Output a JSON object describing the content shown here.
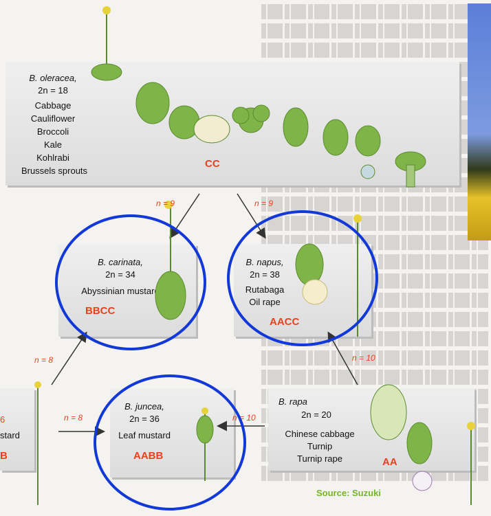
{
  "species": {
    "oleracea": {
      "name": "B. oleracea,",
      "chrom": "2n = 18",
      "crops": [
        "Cabbage",
        "Cauliflower",
        "Broccoli",
        "Kale",
        "Kohlrabi",
        "Brussels sprouts"
      ],
      "genome": "CC"
    },
    "carinata": {
      "name": "B. carinata,",
      "chrom": "2n = 34",
      "crops": [
        "Abyssinian mustard"
      ],
      "genome": "BBCC"
    },
    "napus": {
      "name": "B. napus,",
      "chrom": "2n = 38",
      "crops": [
        "Rutabaga",
        "Oil rape"
      ],
      "genome": "AACC"
    },
    "juncea": {
      "name": "B. juncea,",
      "chrom": "2n = 36",
      "crops": [
        "Leaf mustard"
      ],
      "genome": "AABB"
    },
    "rapa": {
      "name": "B. rapa",
      "chrom": "2n = 20",
      "crops": [
        "Chinese cabbage",
        "Turnip",
        "Turnip rape"
      ],
      "genome": "AA"
    },
    "nigra_partial": {
      "chrom": "6",
      "crop": "stard",
      "genome": "B"
    }
  },
  "arrows": {
    "n9_left": "n = 9",
    "n9_right": "n = 9",
    "n8_up": "n = 8",
    "n8_right": "n = 8",
    "n10_left": "n = 10",
    "n10_up": "n = 10"
  },
  "source": "Source: Suzuki",
  "colors": {
    "genome": "#e8421c",
    "ring": "#1338d8",
    "source": "#74b52a"
  }
}
